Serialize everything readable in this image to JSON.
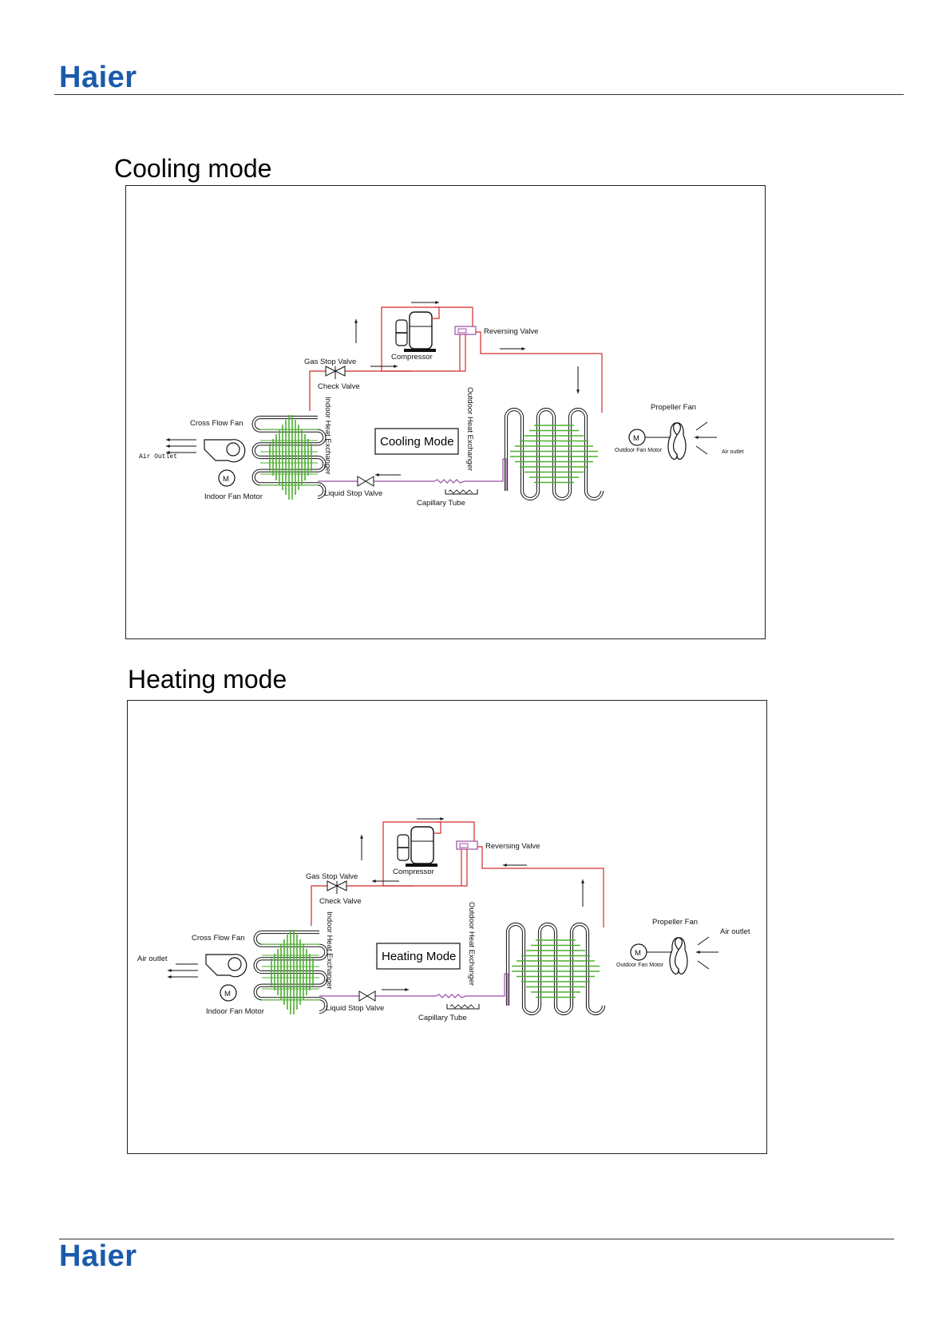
{
  "brand": "Haier",
  "colors": {
    "logo": "#1a5bab",
    "refrigerant_hot": "#d42a2a",
    "refrigerant_liquid": "#9b4ba8",
    "fins": "#4caf2e"
  },
  "cooling": {
    "section_title": "Cooling mode",
    "mode_box": "Cooling Mode",
    "labels": {
      "compressor": "Compressor",
      "reversing_valve": "Reversing Valve",
      "gas_stop_valve": "Gas Stop Valve",
      "check_valve": "Check Valve",
      "indoor_heat_exchanger": "Indoor Heat Exchanger",
      "outdoor_heat_exchanger": "Outdoor Heat Exchanger",
      "cross_flow_fan": "Cross Flow Fan",
      "indoor_fan_motor": "Indoor Fan Motor",
      "liquid_stop_valve": "Liquid Stop Valve",
      "capillary_tube": "Capillary Tube",
      "propeller_fan": "Propeller Fan",
      "outdoor_fan_motor": "Outdoor Fan Motor",
      "air_outlet_left": "Air Outlet",
      "air_outlet_right": "Air outlet",
      "motor_symbol": "M"
    }
  },
  "heating": {
    "section_title": "Heating mode",
    "mode_box": "Heating Mode",
    "labels": {
      "compressor": "Compressor",
      "reversing_valve": "Reversing Valve",
      "gas_stop_valve": "Gas Stop Valve",
      "check_valve": "Check Valve",
      "indoor_heat_exchanger": "Indoor Heat Exchanger",
      "outdoor_heat_exchanger": "Outdoor Heat Exchanger",
      "cross_flow_fan": "Cross Flow Fan",
      "indoor_fan_motor": "Indoor Fan Motor",
      "liquid_stop_valve": "Liquid Stop Valve",
      "capillary_tube": "Capillary Tube",
      "propeller_fan": "Propeller Fan",
      "outdoor_fan_motor": "Outdoor Fan Motor",
      "air_outlet_left": "Air outlet",
      "air_outlet_right": "Air outlet",
      "motor_symbol": "M"
    }
  }
}
